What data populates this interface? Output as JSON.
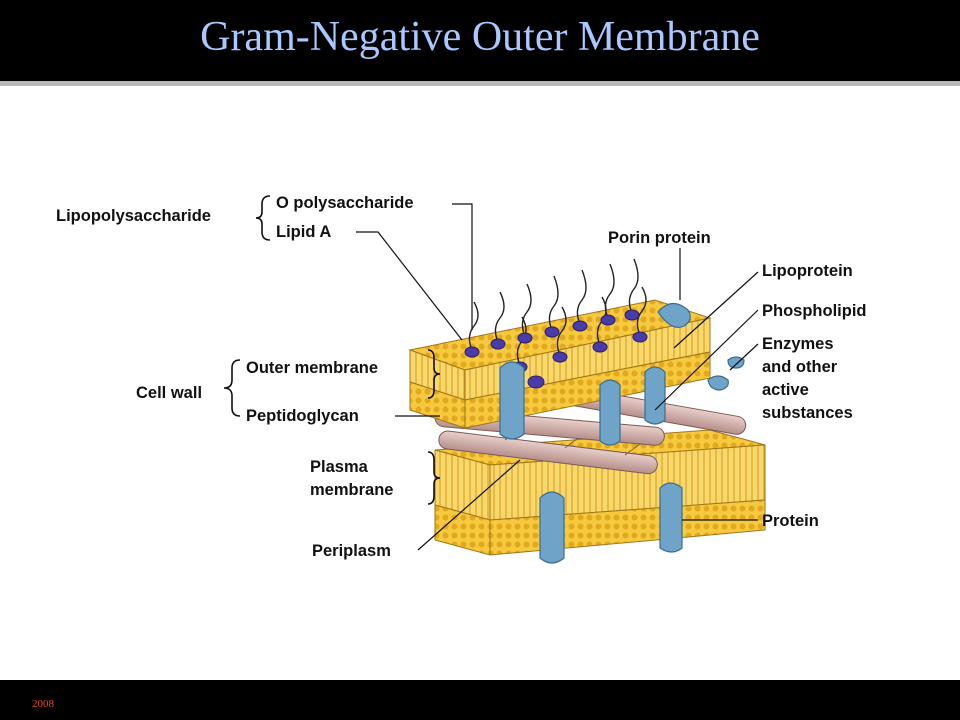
{
  "slide": {
    "title": "Gram-Negative Outer Membrane",
    "footer": "2008"
  },
  "diagram": {
    "labels": {
      "lipopolysaccharide": "Lipopolysaccharide",
      "o_polysaccharide": "O polysaccharide",
      "lipid_a": "Lipid A",
      "porin_protein": "Porin protein",
      "lipoprotein": "Lipoprotein",
      "phospholipid": "Phospholipid",
      "enzymes_line1": "Enzymes",
      "enzymes_line2": "and other",
      "enzymes_line3": "active",
      "enzymes_line4": "substances",
      "outer_membrane": "Outer membrane",
      "cell_wall": "Cell wall",
      "peptidoglycan": "Peptidoglycan",
      "plasma_line1": "Plasma",
      "plasma_line2": "membrane",
      "protein": "Protein",
      "periplasm": "Periplasm"
    }
  },
  "colors": {
    "title_text": "#a8c8ff",
    "footer_text": "#e64a1f",
    "membrane_heads": "#f6c93f",
    "protein": "#6fa3c8",
    "lipid_a": "#4b3ba8",
    "peptidoglycan": "#c9a9a4"
  }
}
